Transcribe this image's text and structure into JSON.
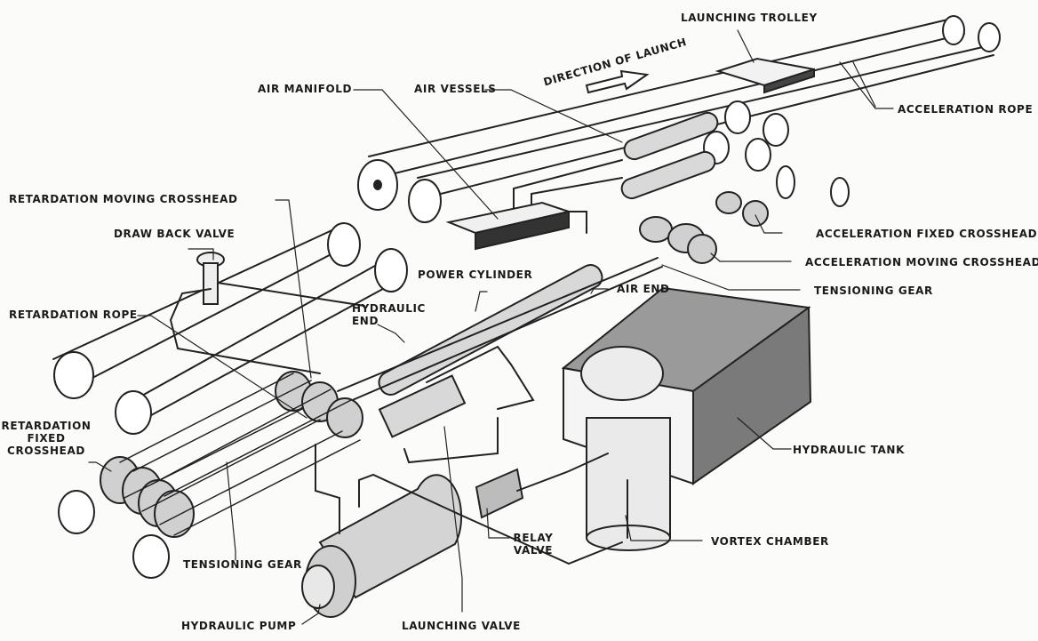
{
  "labels": {
    "launching_trolley": "LAUNCHING TROLLEY",
    "direction_of_launch": "DIRECTION OF LAUNCH",
    "acceleration_rope": "ACCELERATION ROPE",
    "air_manifold": "AIR MANIFOLD",
    "air_vessels": "AIR VESSELS",
    "retardation_moving_crosshead": "RETARDATION MOVING CROSSHEAD",
    "draw_back_valve": "DRAW BACK VALVE",
    "power_cylinder": "POWER CYLINDER",
    "air_end": "AIR END",
    "acceleration_fixed_crosshead": "ACCELERATION FIXED CROSSHEAD",
    "acceleration_moving_crosshead": "ACCELERATION MOVING CROSSHEAD",
    "tensioning_gear_right": "TENSIONING GEAR",
    "retardation_rope": "RETARDATION ROPE",
    "hydraulic_end": [
      "HYDRAULIC",
      "END"
    ],
    "retardation_fixed_crosshead": [
      "RETARDATION",
      "FIXED",
      "CROSSHEAD"
    ],
    "hydraulic_tank": "HYDRAULIC TANK",
    "relay_valve": [
      "RELAY",
      "VALVE"
    ],
    "vortex_chamber": "VORTEX CHAMBER",
    "tensioning_gear_left": "TENSIONING GEAR",
    "hydraulic_pump": "HYDRAULIC PUMP",
    "launching_valve": "LAUNCHING VALVE"
  }
}
